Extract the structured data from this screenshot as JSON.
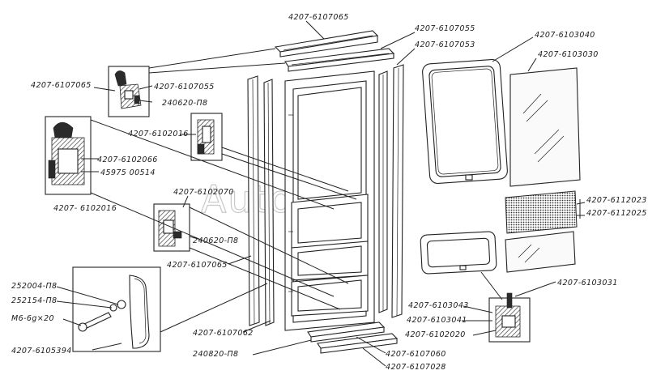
{
  "watermark": "AutoSoft",
  "labels": {
    "top_strip_1": "4207-6107065",
    "top_strip_2": "4207-6107055",
    "top_strip_3": "4207-6107053",
    "seal_frame_top": "4207-6103040",
    "glass_top": "4207-6103030",
    "detail_a_left": "4207-6107065",
    "detail_a_right1": "4207-6107055",
    "detail_a_right2": "240620-П8",
    "detail_b": "4207-6102016",
    "detail_c_1": "4207-6102066",
    "detail_c_2": "45975 00514",
    "detail_c_bottom": "4207- 6102016",
    "detail_d_top": "4207-6102070",
    "detail_d_side": "240620-П8",
    "left_pillar": "4207-6107065",
    "panel_1": "4207-6112023",
    "panel_2": "4207-6112025",
    "frame_bottom": "4207-6103031",
    "handle_1": "252004-П8",
    "handle_2": "252154-П8",
    "handle_3": "М6-6g×20",
    "handle_4": "4207-6105394",
    "lower_pillar": "4207-6107062",
    "lower_1": "240820-П8",
    "seal_1": "4207-6103043",
    "seal_2": "4207-6103041",
    "seal_3": "4207-6102020",
    "bottom_strip_1": "4207-6107060",
    "bottom_strip_2": "4207-6107028"
  }
}
